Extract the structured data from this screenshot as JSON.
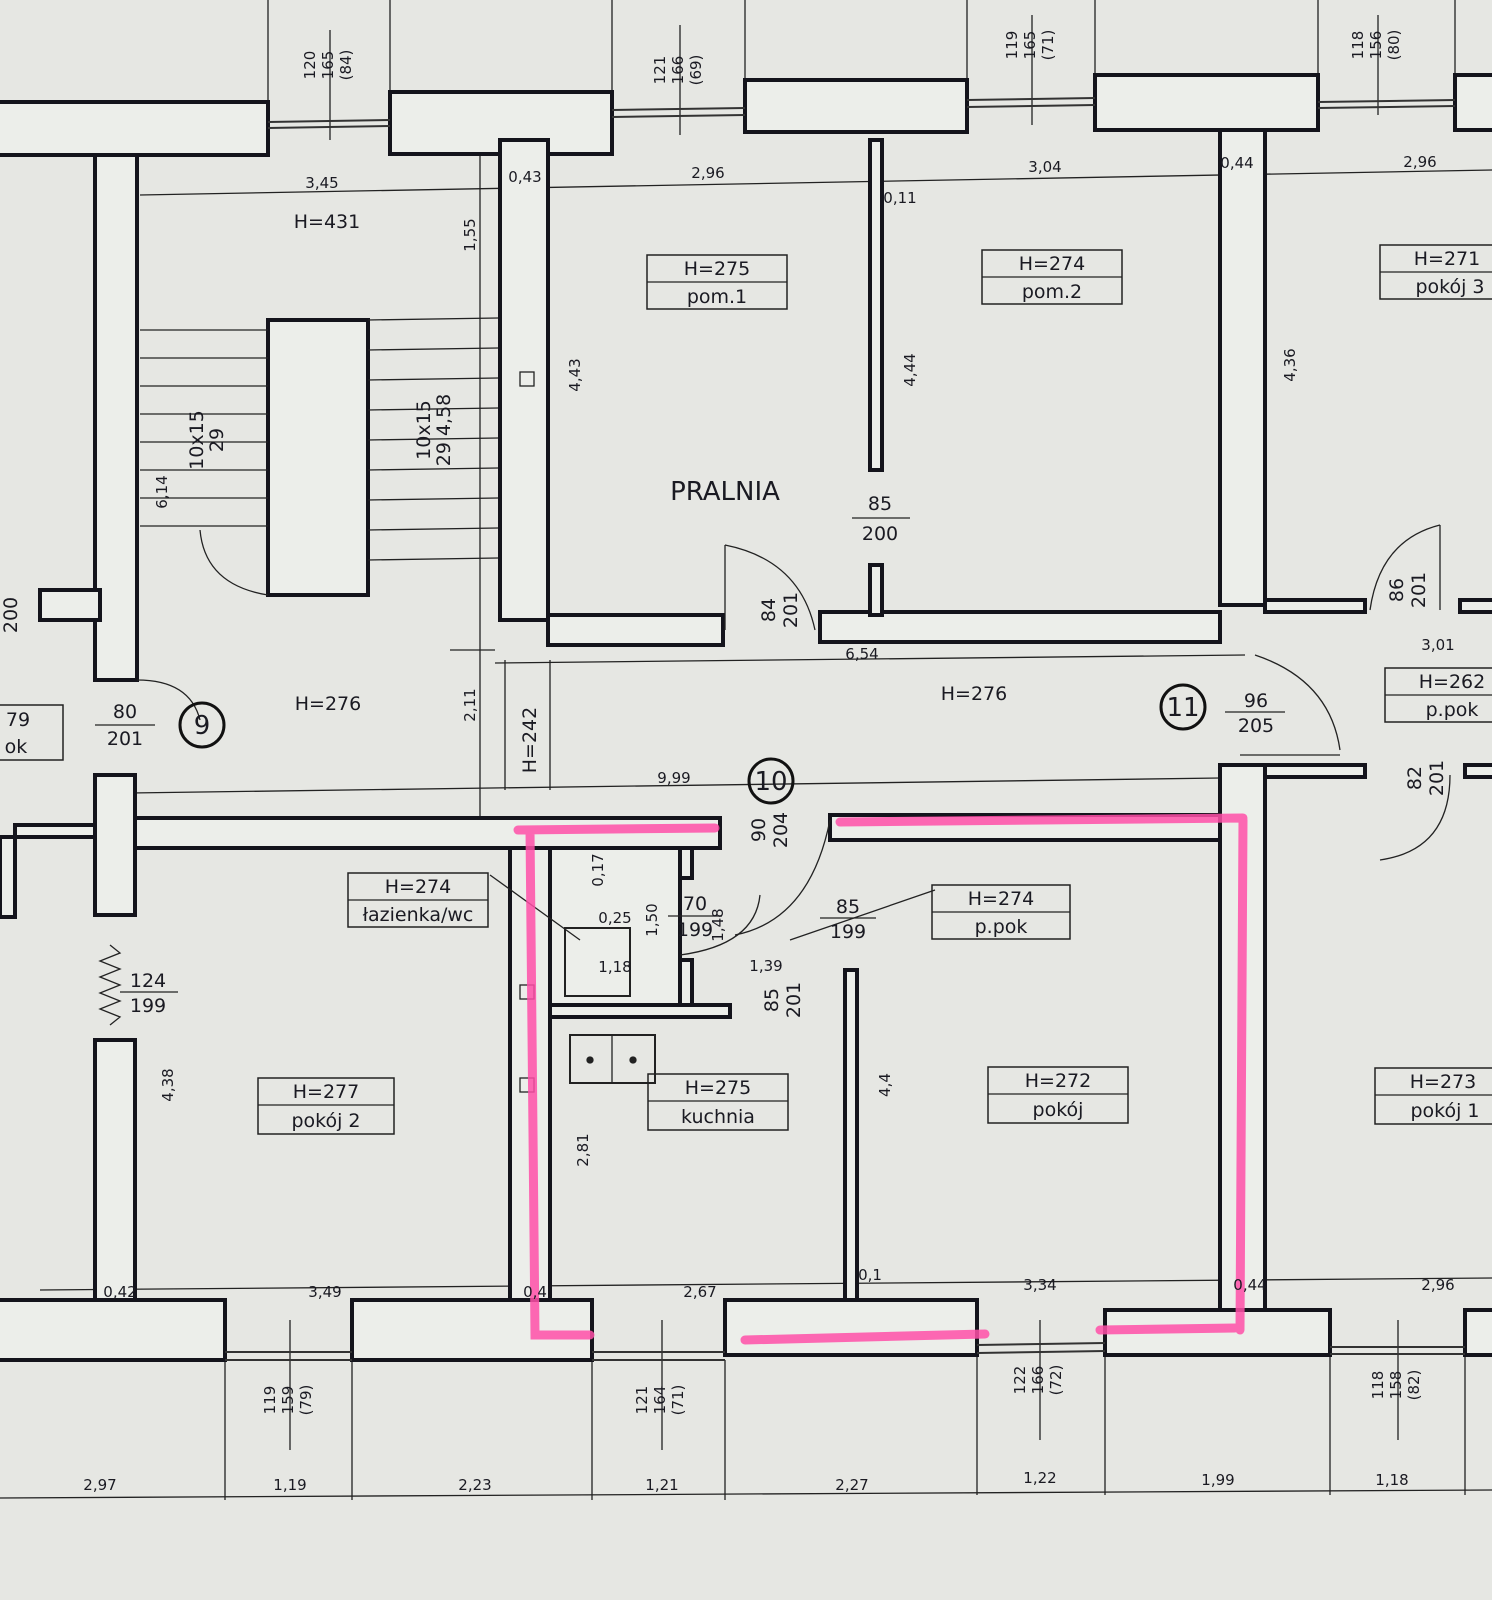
{
  "colors": {
    "paper": "#e6e7e3",
    "wall": "#14141c",
    "highlight": "#ff4fa8"
  },
  "windows_top": [
    [
      "120",
      "165",
      "(84)"
    ],
    [
      "121",
      "166",
      "(69)"
    ],
    [
      "119",
      "165",
      "(71)"
    ],
    [
      "118",
      "156",
      "(80)"
    ]
  ],
  "windows_bottom": [
    [
      "119",
      "159",
      "(79)"
    ],
    [
      "121",
      "164",
      "(71)"
    ],
    [
      "122",
      "166",
      "(72)"
    ],
    [
      "118",
      "158",
      "(82)"
    ]
  ],
  "bottom_dims": [
    "2,97",
    "1,19",
    "2,23",
    "1,21",
    "2,27",
    "1,22",
    "1,99",
    "1,18"
  ],
  "top_dims": [
    "3,45",
    "0,43",
    "2,96",
    "3,04",
    "0,44",
    "2,96",
    "0,11"
  ],
  "vertical_dims": {
    "a": "1,55",
    "b": "4,43",
    "c": "4,44",
    "d": "4,36",
    "e": "6,14",
    "f": "2,11",
    "g": "H=242",
    "h": "4,38",
    "i": "4,4",
    "j": "2,81",
    "k": "0,17",
    "l": "1,50",
    "m": "200"
  },
  "stairs": {
    "left": [
      "10x15",
      "29"
    ],
    "right": [
      "10x15",
      "29 4,58"
    ]
  },
  "doors": {
    "d1": [
      "85",
      "200"
    ],
    "d2": [
      "84",
      "201"
    ],
    "d3": [
      "86",
      "201"
    ],
    "d4": [
      "80",
      "201"
    ],
    "d5": [
      "96",
      "205"
    ],
    "d6": [
      "90",
      "204"
    ],
    "d7": [
      "82",
      "201"
    ],
    "d8": [
      "70",
      "199"
    ],
    "d8b": "1,48",
    "d9": [
      "85",
      "199"
    ],
    "d10": [
      "85",
      "201"
    ],
    "d11": [
      "124",
      "199"
    ]
  },
  "markers": [
    "9",
    "10",
    "11"
  ],
  "misc": {
    "h431": "H=431",
    "pralnia": "PRALNIA",
    "h276a": "H=276",
    "h276b": "H=276",
    "d654": "6,54",
    "d301": "3,01",
    "d999": "9,99",
    "d025": "0,25",
    "d118": "1,18",
    "d139": "1,39",
    "l79": "79",
    "lok": "ok"
  },
  "rooms": [
    {
      "h": "H=275",
      "name": "pom.1"
    },
    {
      "h": "H=274",
      "name": "pom.2"
    },
    {
      "h": "H=271",
      "name": "pokój 3"
    },
    {
      "h": "H=262",
      "name": "p.pok"
    },
    {
      "h": "H=274",
      "name": "łazienka/wc"
    },
    {
      "h": "H=274",
      "name": "p.pok"
    },
    {
      "h": "H=277",
      "name": "pokój 2"
    },
    {
      "h": "H=275",
      "name": "kuchnia"
    },
    {
      "h": "H=272",
      "name": "pokój"
    },
    {
      "h": "H=273",
      "name": "pokój 1"
    }
  ],
  "floor_dims": [
    "0,42",
    "3,49",
    "0,4",
    "2,67",
    "0,1",
    "3,34",
    "0,44",
    "2,96"
  ]
}
